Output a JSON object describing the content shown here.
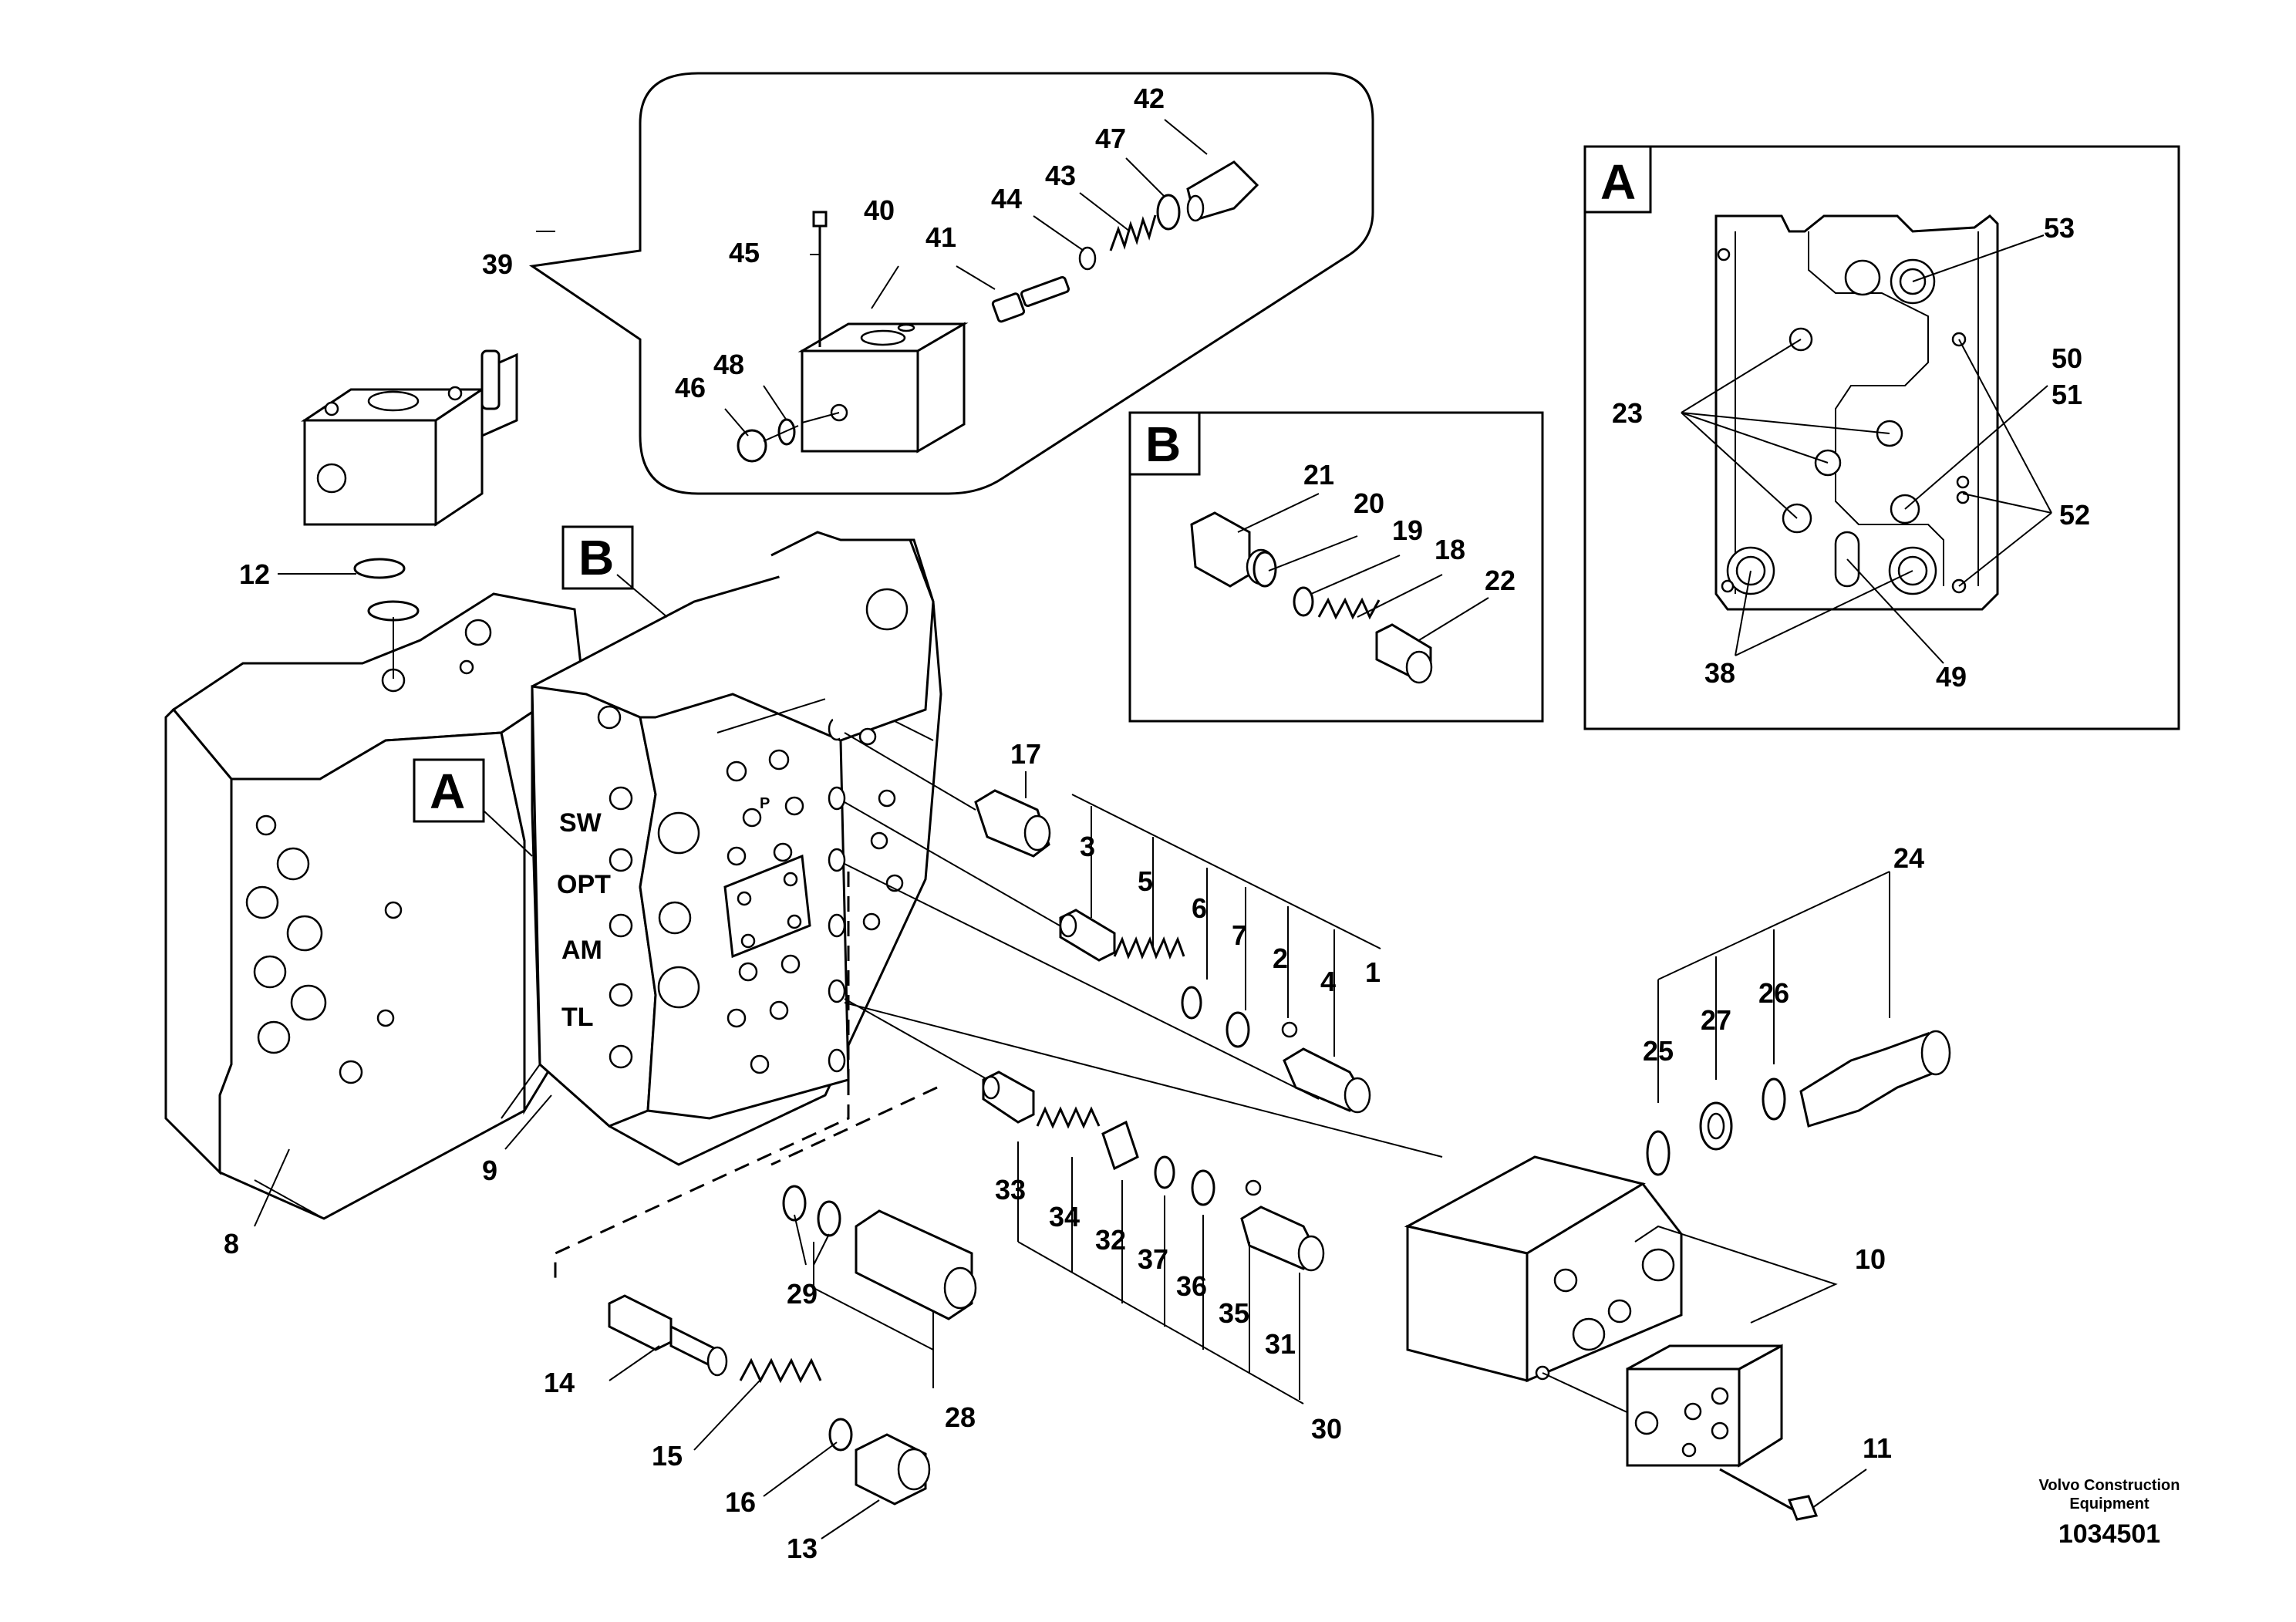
{
  "diagram": {
    "detail_markers": {
      "a": "A",
      "b": "B"
    },
    "port_labels": [
      "SW",
      "OPT",
      "AM",
      "TL",
      "P"
    ],
    "callouts": [
      "1",
      "2",
      "3",
      "4",
      "5",
      "6",
      "7",
      "8",
      "9",
      "10",
      "11",
      "12",
      "13",
      "14",
      "15",
      "16",
      "17",
      "18",
      "19",
      "20",
      "21",
      "22",
      "23",
      "24",
      "25",
      "26",
      "27",
      "28",
      "29",
      "30",
      "31",
      "32",
      "33",
      "34",
      "35",
      "36",
      "37",
      "38",
      "39",
      "40",
      "41",
      "42",
      "43",
      "44",
      "45",
      "46",
      "47",
      "48",
      "49",
      "50",
      "51",
      "52",
      "53"
    ],
    "footer": {
      "company_line1": "Volvo Construction",
      "company_line2": "Equipment",
      "document_number": "1034501"
    }
  }
}
